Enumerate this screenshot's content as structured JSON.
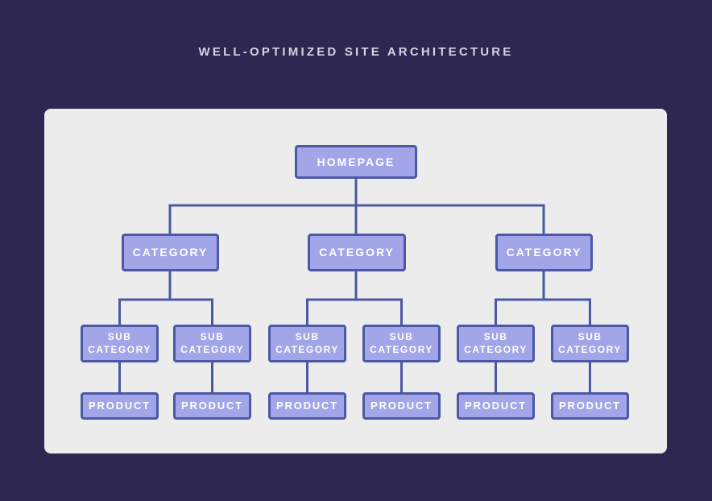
{
  "title": "WELL-OPTIMIZED SITE ARCHITECTURE",
  "tree": {
    "root": {
      "label": "HOMEPAGE"
    },
    "categories": [
      {
        "label": "CATEGORY",
        "subcategories": [
          {
            "label": "SUB CATEGORY",
            "product": "PRODUCT"
          },
          {
            "label": "SUB CATEGORY",
            "product": "PRODUCT"
          }
        ]
      },
      {
        "label": "CATEGORY",
        "subcategories": [
          {
            "label": "SUB CATEGORY",
            "product": "PRODUCT"
          },
          {
            "label": "SUB CATEGORY",
            "product": "PRODUCT"
          }
        ]
      },
      {
        "label": "CATEGORY",
        "subcategories": [
          {
            "label": "SUB CATEGORY",
            "product": "PRODUCT"
          },
          {
            "label": "SUB CATEGORY",
            "product": "PRODUCT"
          }
        ]
      }
    ]
  },
  "colors": {
    "background": "#2d2751",
    "panel": "#ececec",
    "node_fill": "#a3a5e9",
    "node_border": "#4a58a5",
    "connector": "#4a58a5",
    "node_text": "#ffffff",
    "title_text": "#d7d3e4"
  }
}
